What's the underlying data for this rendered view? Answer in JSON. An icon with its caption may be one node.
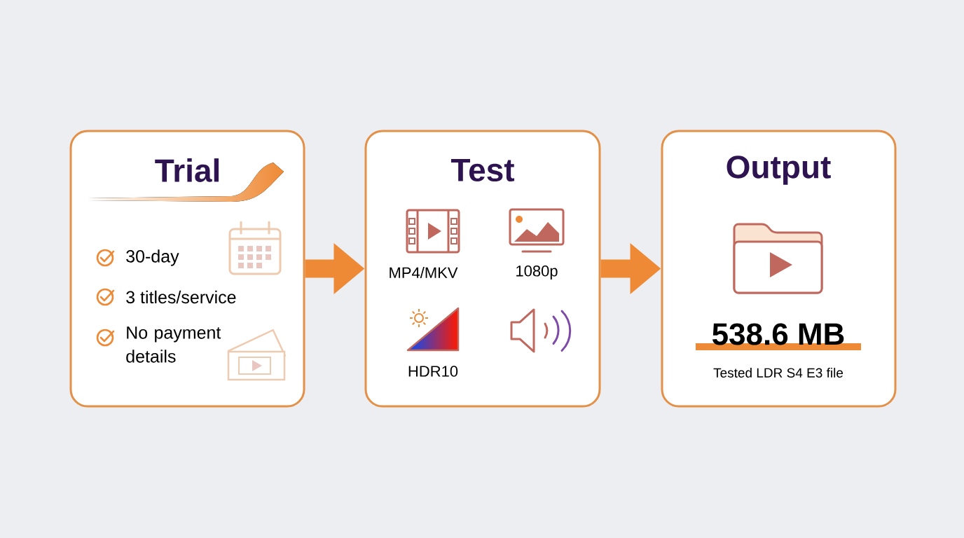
{
  "diagram": {
    "nodes": [
      {
        "text": [
          "Trial",
          "30-day",
          "3 titles/service",
          "No payment details"
        ]
      },
      {
        "text": [
          "Test",
          "MP4/MKV",
          "1080p",
          "HDR10"
        ]
      },
      {
        "text": [
          "Output",
          "538.6 MB",
          "Tested LDR S4 E3 file"
        ]
      }
    ],
    "edges": [
      {
        "from": 0,
        "to": 1,
        "arrow": "to"
      },
      {
        "from": 1,
        "to": 2,
        "arrow": "to"
      }
    ]
  }
}
